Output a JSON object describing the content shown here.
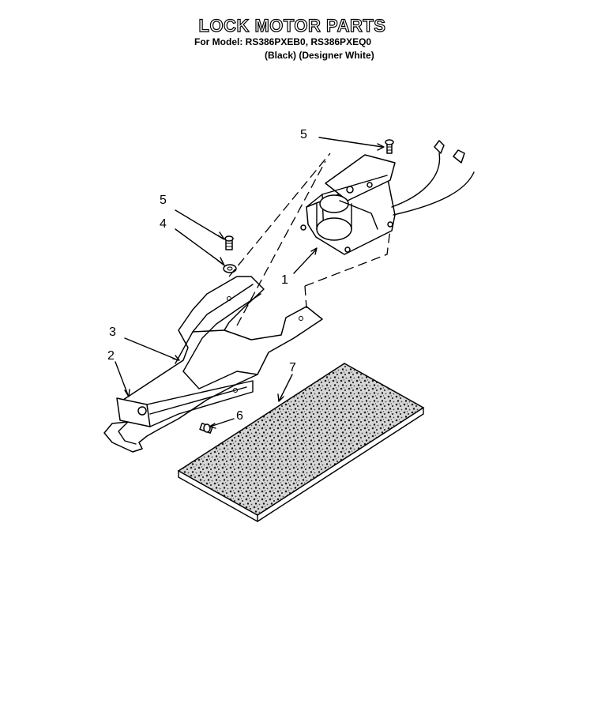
{
  "header": {
    "title": "LOCK MOTOR PARTS",
    "model_line": "For Model: RS386PXEB0, RS386PXEQ0",
    "variant_line": "(Black) (Designer White)"
  },
  "callouts": {
    "motor": "1",
    "bracket": "2",
    "lock_arm": "3",
    "washer": "4",
    "screw_left": "5",
    "screw_top": "5",
    "screw_bottom": "6",
    "insulation": "7"
  }
}
